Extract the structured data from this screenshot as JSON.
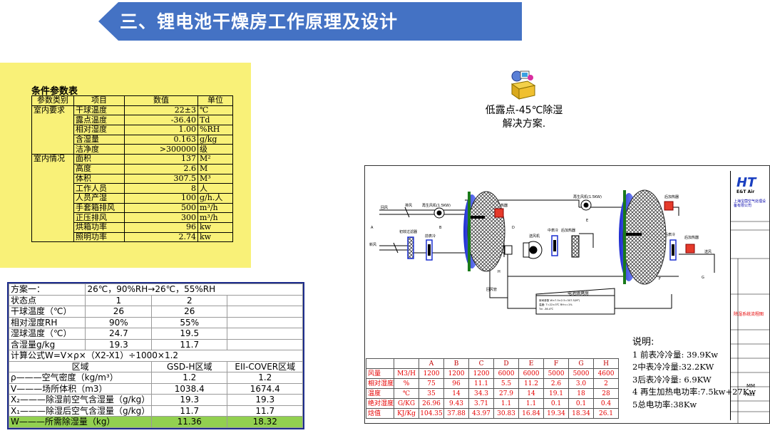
{
  "header": {
    "title": "三、锂电池干燥房工作原理及设计",
    "banner_color": "#4472c4"
  },
  "params_table": {
    "title": "条件参数表",
    "headers": [
      "参数类别",
      "项目",
      "数值",
      "单位"
    ],
    "groups": [
      {
        "category": "室内要求",
        "rows": [
          {
            "item": "干球温度",
            "value": "22±3",
            "unit": "℃"
          },
          {
            "item": "露点温度",
            "value": "-36.40",
            "unit": "Td"
          },
          {
            "item": "相对湿度",
            "value": "1.00",
            "unit": "%RH"
          },
          {
            "item": "含湿量",
            "value": "0.163",
            "unit": "g/kg"
          },
          {
            "item": "洁净度",
            "value": ">300000",
            "unit": "级"
          }
        ]
      },
      {
        "category": "室内情况",
        "rows": [
          {
            "item": "面积",
            "value": "137",
            "unit": "M²"
          },
          {
            "item": "高度",
            "value": "2.6",
            "unit": "M"
          },
          {
            "item": "体积",
            "value": "307.5",
            "unit": "M³"
          },
          {
            "item": "工作人员",
            "value": "8",
            "unit": "人"
          },
          {
            "item": "人员产湿",
            "value": "100",
            "unit": "g/h.人"
          },
          {
            "item": "手套箱排风",
            "value": "500",
            "unit": "m³/h"
          },
          {
            "item": "正压排风",
            "value": "300",
            "unit": "m³/h"
          },
          {
            "item": "烘箱功率",
            "value": "96",
            "unit": "kw"
          },
          {
            "item": "照明功率",
            "value": "2.74",
            "unit": "kw"
          }
        ]
      }
    ]
  },
  "solution": {
    "icon": "installer-box-icon",
    "text_line1": "低露点-45℃除湿",
    "text_line2": "解决方案."
  },
  "scheme_table": {
    "row0": [
      "方案一：",
      "26℃，90%RH→26℃，55%RH"
    ],
    "row1": [
      "状态点",
      "1",
      "2"
    ],
    "row2": [
      "干球温度（℃）",
      "26",
      "26"
    ],
    "row3": [
      "相对湿度RH",
      "90%",
      "55%"
    ],
    "row4": [
      "湿球温度（℃）",
      "24.7",
      "19.5"
    ],
    "row5": [
      "含湿量g/kg",
      "19.3",
      "11.7"
    ],
    "formula": "计算公式W=V×ρ×（X2-X1）÷1000×1.2",
    "region_header": [
      "区域",
      "GSD-H区域",
      "EII-COVER区域"
    ],
    "rows": [
      {
        "label": "ρ———空气密度（kg/m³）",
        "a": "1.2",
        "b": "1.2"
      },
      {
        "label": "V———场所体积（m3）",
        "a": "1038.4",
        "b": "1674.4"
      },
      {
        "label": "X₂———除湿前空气含湿量（g/kg）",
        "a": "19.3",
        "b": "19.3"
      },
      {
        "label": "X₁———除湿后空气含湿量（g/kg）",
        "a": "11.7",
        "b": "11.7"
      },
      {
        "label": "W———所需除湿量（kg）",
        "a": "11.36",
        "b": "18.32"
      }
    ],
    "highlight_color": "#92d050"
  },
  "diagram": {
    "labels": {
      "return_air": "回风",
      "fresh_air": "新风",
      "exhaust": "排风",
      "regen_fan": "再生风机(1.5KW)",
      "regen_heater": "再生加热器",
      "regen_fan2": "再生风机(1.5KW)",
      "heater2": "后加热器",
      "filter1": "初效过滤器",
      "precool": "前表冷",
      "supply_fan": "送风机",
      "mid_cool": "中表冷",
      "heater3": "后加热器",
      "post_cool": "后表冷",
      "heater4": "后加热器",
      "supply_out": "送风",
      "room": "电池烘烤房",
      "room_info1": "房间参数 W×7.5×2.5=307.5(M³)",
      "room_info2": "温度: T=22±3℃  RH<=1%",
      "room_info3": "Td: -36.4℃",
      "return_pipe": "回风管"
    },
    "points": [
      "A",
      "B",
      "C",
      "D",
      "E",
      "F",
      "G",
      "H"
    ]
  },
  "data_table": {
    "columns": [
      "A",
      "B",
      "C",
      "D",
      "E",
      "F",
      "G",
      "H"
    ],
    "rows": [
      {
        "label": "风量",
        "unit": "M3/H",
        "values": [
          "1200",
          "1200",
          "1200",
          "6000",
          "6000",
          "5000",
          "5000",
          "4600"
        ]
      },
      {
        "label": "相对湿度",
        "unit": "%",
        "values": [
          "75",
          "96",
          "11.1",
          "5.5",
          "11.2",
          "2.6",
          "3.0",
          "2"
        ]
      },
      {
        "label": "温度",
        "unit": "℃",
        "values": [
          "35",
          "14",
          "34.3",
          "27.9",
          "14",
          "19.1",
          "18",
          "28"
        ]
      },
      {
        "label": "绝对湿度",
        "unit": "G/KG",
        "values": [
          "26.96",
          "9.43",
          "3.71",
          "1.1",
          "1.1",
          "0.1",
          "0.1",
          "0.4"
        ]
      },
      {
        "label": "焓值",
        "unit": "KJ/Kg",
        "values": [
          "104.35",
          "37.88",
          "43.97",
          "30.83",
          "16.84",
          "19.34",
          "18.34",
          "26.1"
        ]
      }
    ]
  },
  "notes": {
    "title": "说明:",
    "items": [
      "1 前表冷冷量: 39.9Kw",
      "2中表冷冷量:32.2KW",
      "3后表冷冷量: 6.9KW",
      "4 再生加热电功率:7.5kw+27Kw",
      "5总电功率:38Kw"
    ]
  },
  "title_block": {
    "logo": "HT",
    "brand": "E&T Air",
    "company": "上海宝茵空气处理设备有限公司",
    "drawing_name": "除湿系统流程图",
    "mm": "MM",
    "free": "FREE"
  }
}
